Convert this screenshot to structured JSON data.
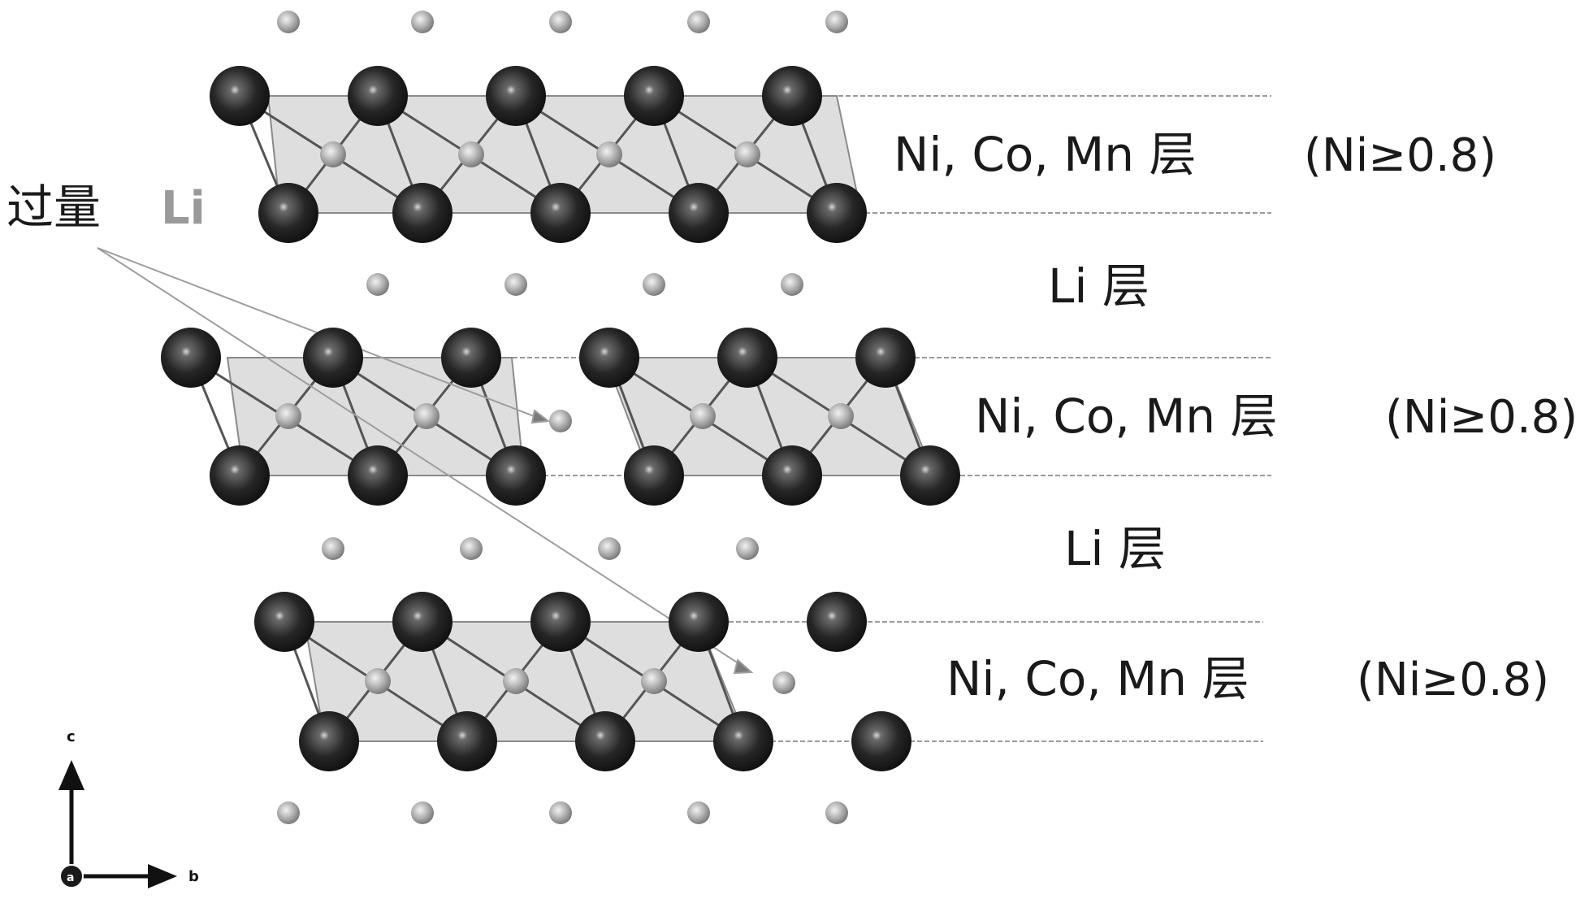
{
  "labels": {
    "tm_layer": "Ni, Co, Mn 层",
    "li_layer": "Li 层",
    "ni_note": "(Ni≥0.8)",
    "excess": "过量",
    "excess_li": "Li"
  },
  "axes": {
    "c": "c",
    "b": "b",
    "a": "a"
  },
  "colors": {
    "tm_atom": "#2a2a2a",
    "li_atom": "#9c9c9c",
    "octahedron_fill": "#dedede",
    "dashed_line": "#9a9a9a",
    "pointer_line": "#9e9e9e"
  }
}
